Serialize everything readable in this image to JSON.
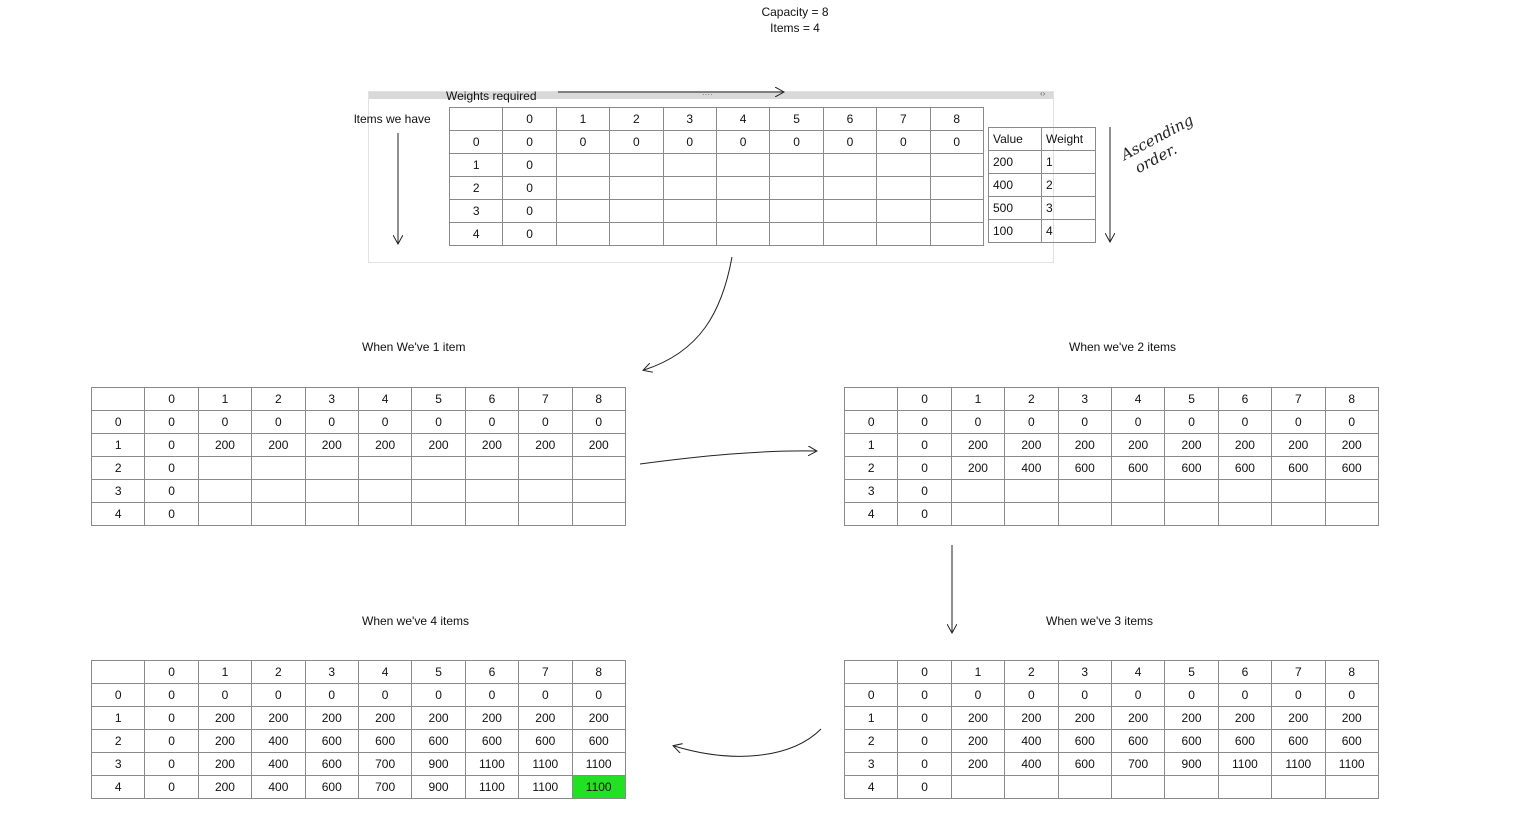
{
  "header": {
    "line1": "Capacity = 8",
    "line2": "Items = 4"
  },
  "labels": {
    "weights_required": "Weights required",
    "items_we_have": "ltems we have",
    "ascending_order": "Ascending order.",
    "ascending_line1": "Ascending",
    "ascending_line2": "order."
  },
  "table_columns": [
    "",
    "0",
    "1",
    "2",
    "3",
    "4",
    "5",
    "6",
    "7",
    "8"
  ],
  "initial_table": {
    "rows": [
      [
        "0",
        "0",
        "0",
        "0",
        "0",
        "0",
        "0",
        "0",
        "0",
        "0"
      ],
      [
        "1",
        "0",
        "",
        "",
        "",
        "",
        "",
        "",
        "",
        ""
      ],
      [
        "2",
        "0",
        "",
        "",
        "",
        "",
        "",
        "",
        "",
        ""
      ],
      [
        "3",
        "0",
        "",
        "",
        "",
        "",
        "",
        "",
        "",
        ""
      ],
      [
        "4",
        "0",
        "",
        "",
        "",
        "",
        "",
        "",
        "",
        ""
      ]
    ]
  },
  "items_table": {
    "headers": [
      "Value",
      "Weight"
    ],
    "rows": [
      [
        "200",
        "1"
      ],
      [
        "400",
        "2"
      ],
      [
        "500",
        "3"
      ],
      [
        "100",
        "4"
      ]
    ]
  },
  "step1": {
    "title": "When We've 1 item",
    "rows": [
      [
        "0",
        "0",
        "0",
        "0",
        "0",
        "0",
        "0",
        "0",
        "0",
        "0"
      ],
      [
        "1",
        "0",
        "200",
        "200",
        "200",
        "200",
        "200",
        "200",
        "200",
        "200"
      ],
      [
        "2",
        "0",
        "",
        "",
        "",
        "",
        "",
        "",
        "",
        ""
      ],
      [
        "3",
        "0",
        "",
        "",
        "",
        "",
        "",
        "",
        "",
        ""
      ],
      [
        "4",
        "0",
        "",
        "",
        "",
        "",
        "",
        "",
        "",
        ""
      ]
    ]
  },
  "step2": {
    "title": "When we've 2 items",
    "rows": [
      [
        "0",
        "0",
        "0",
        "0",
        "0",
        "0",
        "0",
        "0",
        "0",
        "0"
      ],
      [
        "1",
        "0",
        "200",
        "200",
        "200",
        "200",
        "200",
        "200",
        "200",
        "200"
      ],
      [
        "2",
        "0",
        "200",
        "400",
        "600",
        "600",
        "600",
        "600",
        "600",
        "600"
      ],
      [
        "3",
        "0",
        "",
        "",
        "",
        "",
        "",
        "",
        "",
        ""
      ],
      [
        "4",
        "0",
        "",
        "",
        "",
        "",
        "",
        "",
        "",
        ""
      ]
    ]
  },
  "step3": {
    "title": "When we've 3 items",
    "rows": [
      [
        "0",
        "0",
        "0",
        "0",
        "0",
        "0",
        "0",
        "0",
        "0",
        "0"
      ],
      [
        "1",
        "0",
        "200",
        "200",
        "200",
        "200",
        "200",
        "200",
        "200",
        "200"
      ],
      [
        "2",
        "0",
        "200",
        "400",
        "600",
        "600",
        "600",
        "600",
        "600",
        "600"
      ],
      [
        "3",
        "0",
        "200",
        "400",
        "600",
        "700",
        "900",
        "1100",
        "1100",
        "1100"
      ],
      [
        "4",
        "0",
        "",
        "",
        "",
        "",
        "",
        "",
        "",
        ""
      ]
    ]
  },
  "step4": {
    "title": "When we've 4 items",
    "rows": [
      [
        "0",
        "0",
        "0",
        "0",
        "0",
        "0",
        "0",
        "0",
        "0",
        "0"
      ],
      [
        "1",
        "0",
        "200",
        "200",
        "200",
        "200",
        "200",
        "200",
        "200",
        "200"
      ],
      [
        "2",
        "0",
        "200",
        "400",
        "600",
        "600",
        "600",
        "600",
        "600",
        "600"
      ],
      [
        "3",
        "0",
        "200",
        "400",
        "600",
        "700",
        "900",
        "1100",
        "1100",
        "1100"
      ],
      [
        "4",
        "0",
        "200",
        "400",
        "600",
        "700",
        "900",
        "1100",
        "1100",
        "1100"
      ]
    ],
    "highlight_cell": {
      "row": 4,
      "col": 8
    }
  },
  "colors": {
    "highlight": "#22e022",
    "border": "#8a8a8a"
  }
}
